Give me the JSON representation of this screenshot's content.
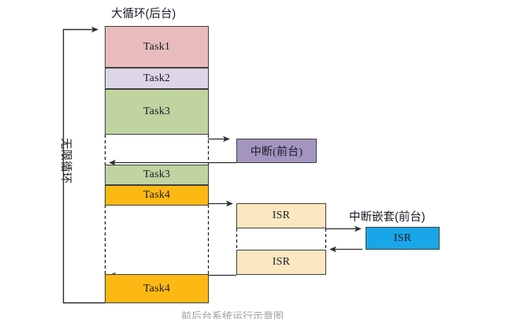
{
  "diagram": {
    "title_main": "大循环(后台)",
    "title_interrupt": "中断嵌套(前台)",
    "loop_label": "无限循环",
    "bottom_note": "前后台系统运行示意图",
    "colors": {
      "task1": "#e8bcbc",
      "task2": "#dcd6e7",
      "task3": "#c0d3a0",
      "task4": "#fdb913",
      "interrupt": "#a395c0",
      "isr": "#fbe8c0",
      "nested_isr": "#19a6e8",
      "stroke": "#404040",
      "line": "#2b2b2b"
    },
    "main_loop": {
      "blocks": [
        {
          "label": "Task1",
          "color_key": "task1"
        },
        {
          "label": "Task2",
          "color_key": "task2"
        },
        {
          "label": "Task3",
          "color_key": "task3"
        },
        {
          "label": "Task3",
          "color_key": "task3"
        },
        {
          "label": "Task4",
          "color_key": "task4"
        },
        {
          "label": "Task4",
          "color_key": "task4"
        }
      ]
    },
    "foreground": {
      "interrupt_label": "中断(前台)",
      "isr_upper_label": "ISR",
      "isr_lower_label": "ISR",
      "nested_isr_label": "ISR"
    }
  }
}
